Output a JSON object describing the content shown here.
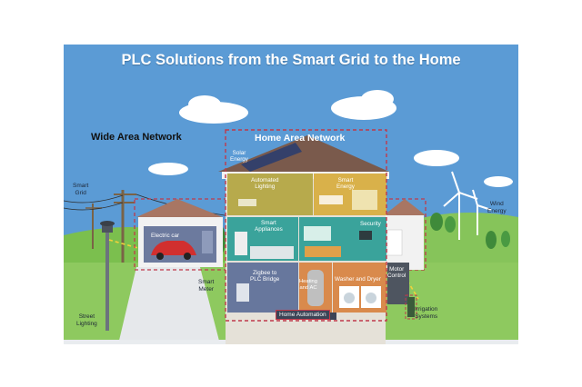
{
  "title": "PLC Solutions from the Smart Grid to the Home",
  "networks": {
    "wan": "Wide Area Network",
    "han": "Home Area Network"
  },
  "outside_labels": {
    "smart_grid": "Smart\nGrid",
    "street_lighting": "Street\nLighting",
    "smart_meter": "Smart\nMeter",
    "wind_energy": "Wind\nEnergy",
    "irrigation": "Irrigation\nSystems",
    "solar_energy": "Solar\nEnergy",
    "electric_car": "Electric car"
  },
  "rooms": {
    "automated_lighting": "Automated\nLighting",
    "smart_energy": "Smart\nEnergy",
    "smart_appliances": "Smart\nAppliances",
    "security": "Security",
    "zigbee": "Zigbee to\nPLC Bridge",
    "heating": "Heating\nand AC",
    "washer": "Washer and Dryer",
    "motor_control": "Motor\nControl"
  },
  "home_automation": "Home Automation",
  "colors": {
    "sky": "#5b9bd5",
    "network_outline": "#c0394a",
    "room_teal": "#3aa39b",
    "room_olive": "#b7aa4c",
    "room_grey": "#67779d",
    "room_orange": "#d98a4c",
    "roof": "#7a5a4c",
    "grass": "#7bbf4e"
  }
}
